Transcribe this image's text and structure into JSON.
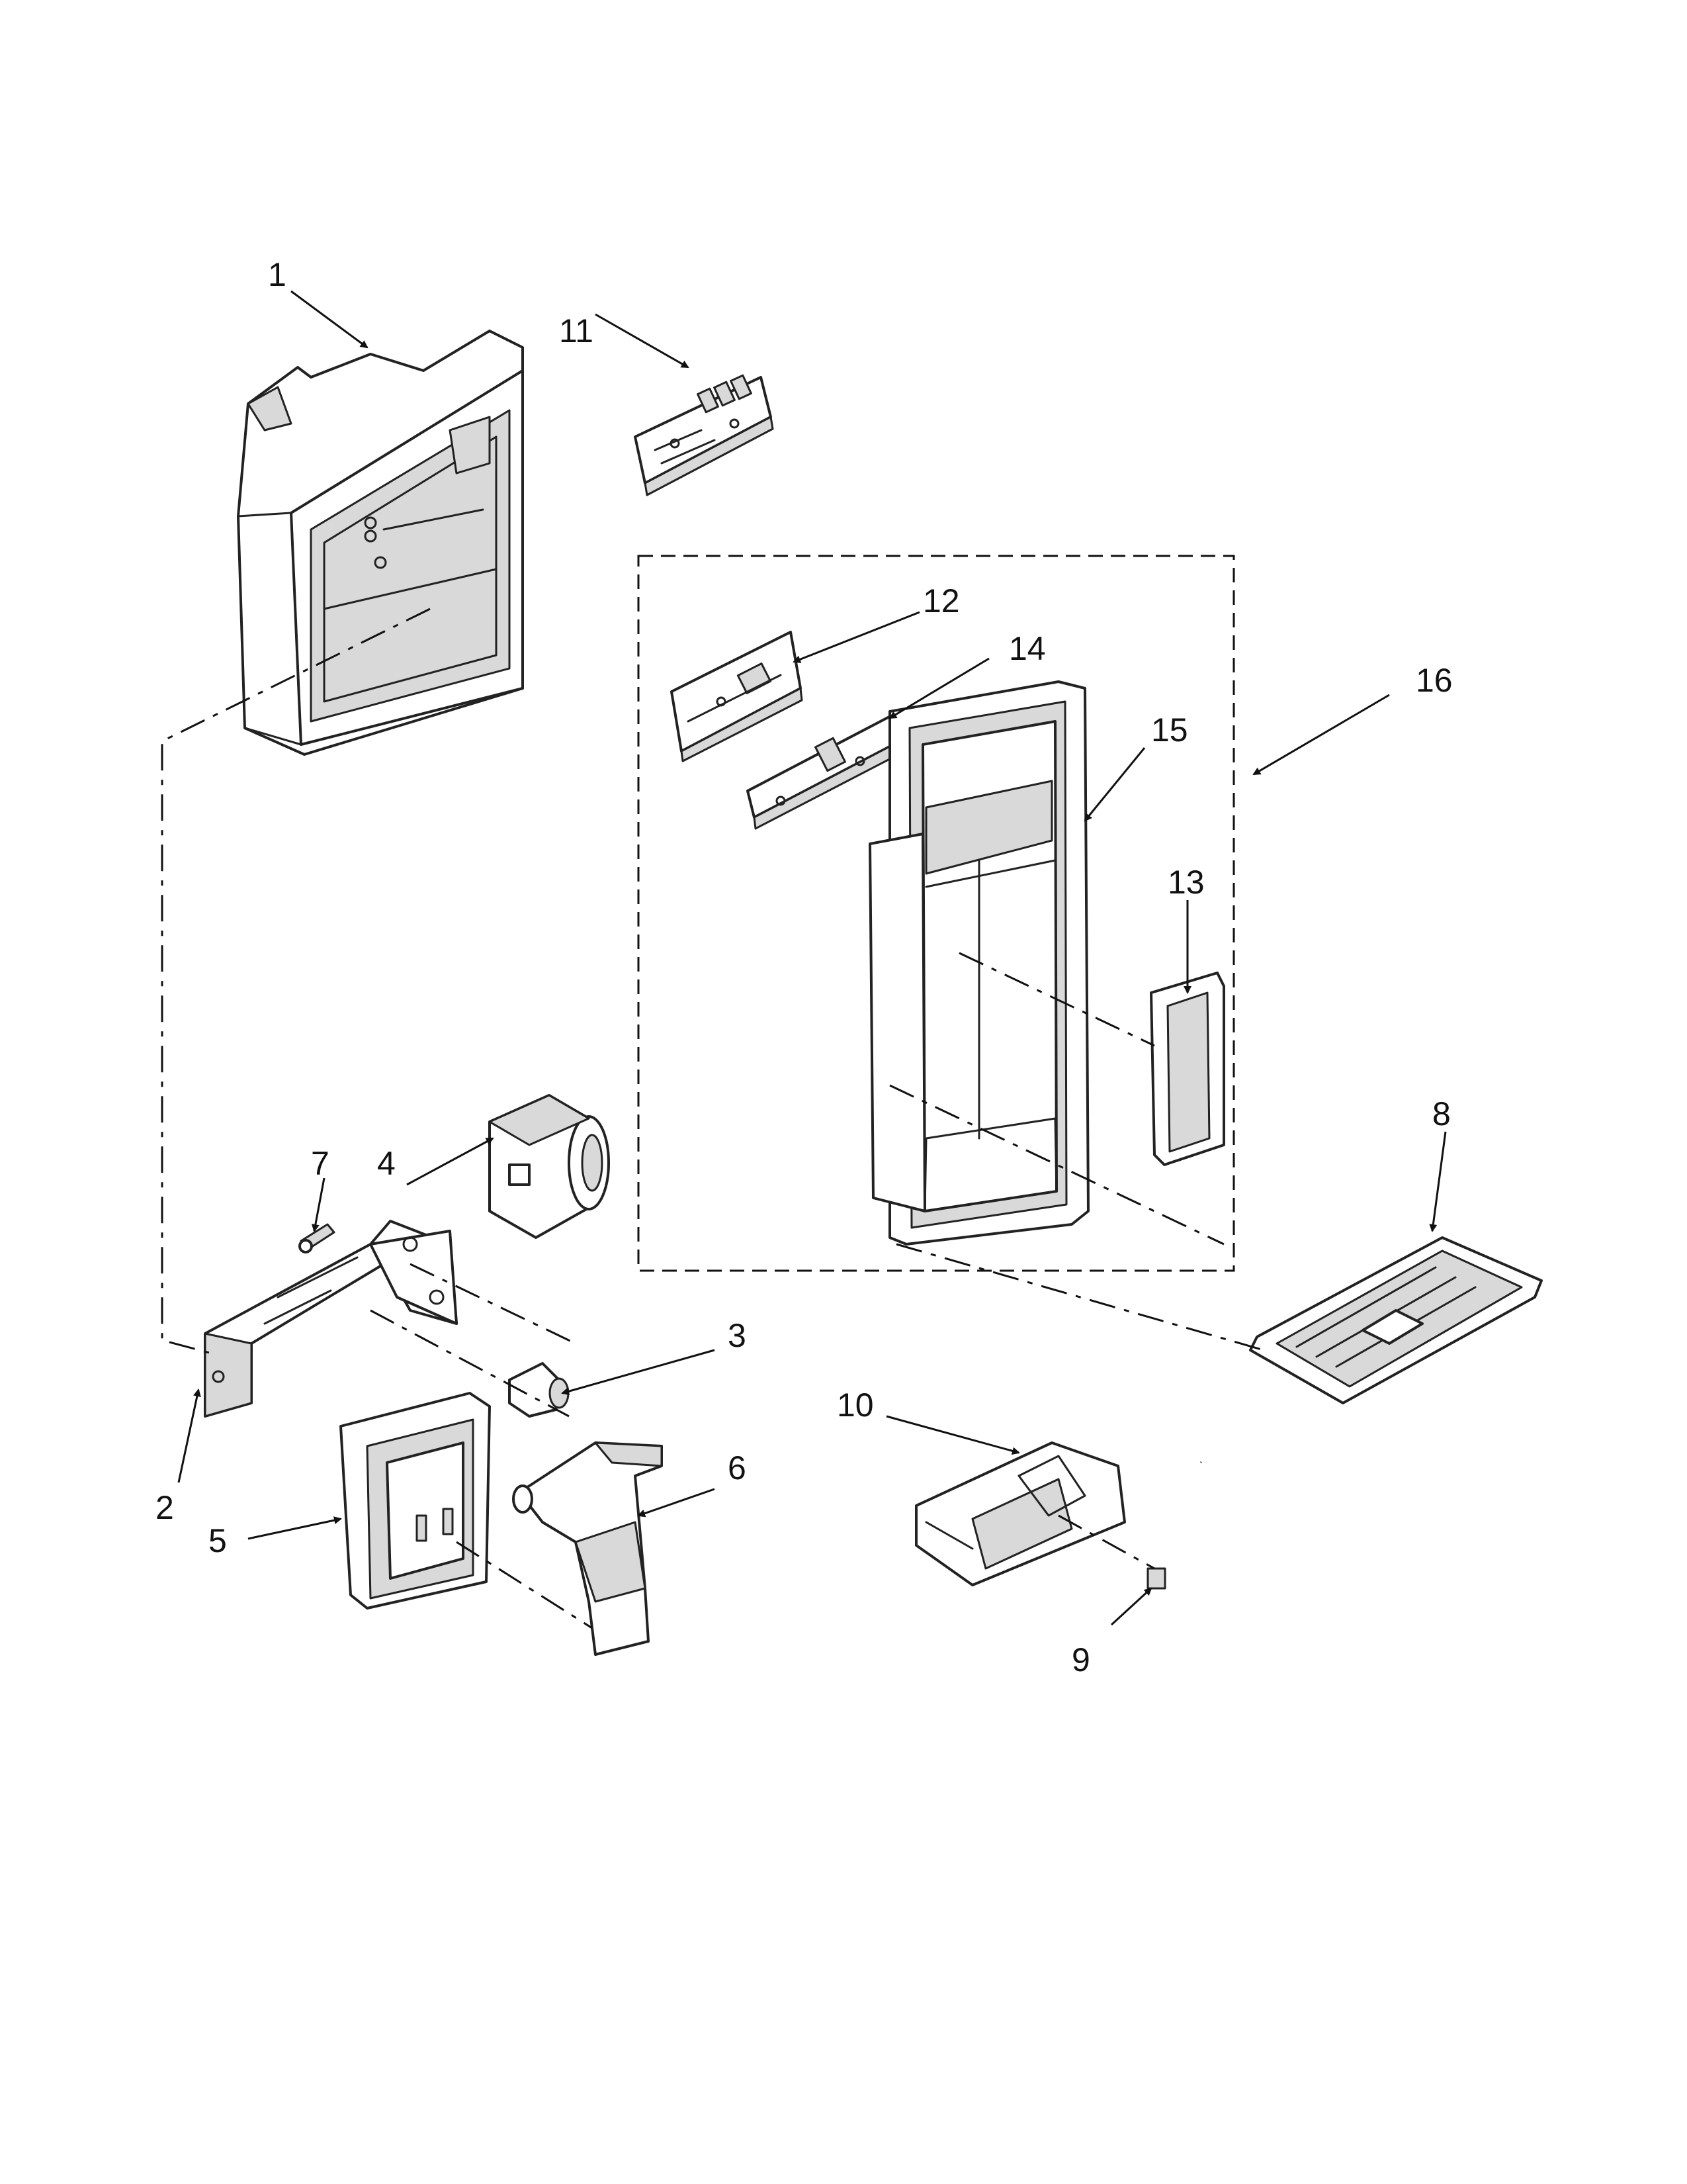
{
  "diagram": {
    "callouts": [
      {
        "id": "1",
        "label": "1"
      },
      {
        "id": "2",
        "label": "2"
      },
      {
        "id": "3",
        "label": "3"
      },
      {
        "id": "4",
        "label": "4"
      },
      {
        "id": "5",
        "label": "5"
      },
      {
        "id": "6",
        "label": "6"
      },
      {
        "id": "7",
        "label": "7"
      },
      {
        "id": "8",
        "label": "8"
      },
      {
        "id": "9",
        "label": "9"
      },
      {
        "id": "10",
        "label": "10"
      },
      {
        "id": "11",
        "label": "11"
      },
      {
        "id": "12",
        "label": "12"
      },
      {
        "id": "13",
        "label": "13"
      },
      {
        "id": "14",
        "label": "14"
      },
      {
        "id": "15",
        "label": "15"
      },
      {
        "id": "16",
        "label": "16"
      }
    ]
  }
}
